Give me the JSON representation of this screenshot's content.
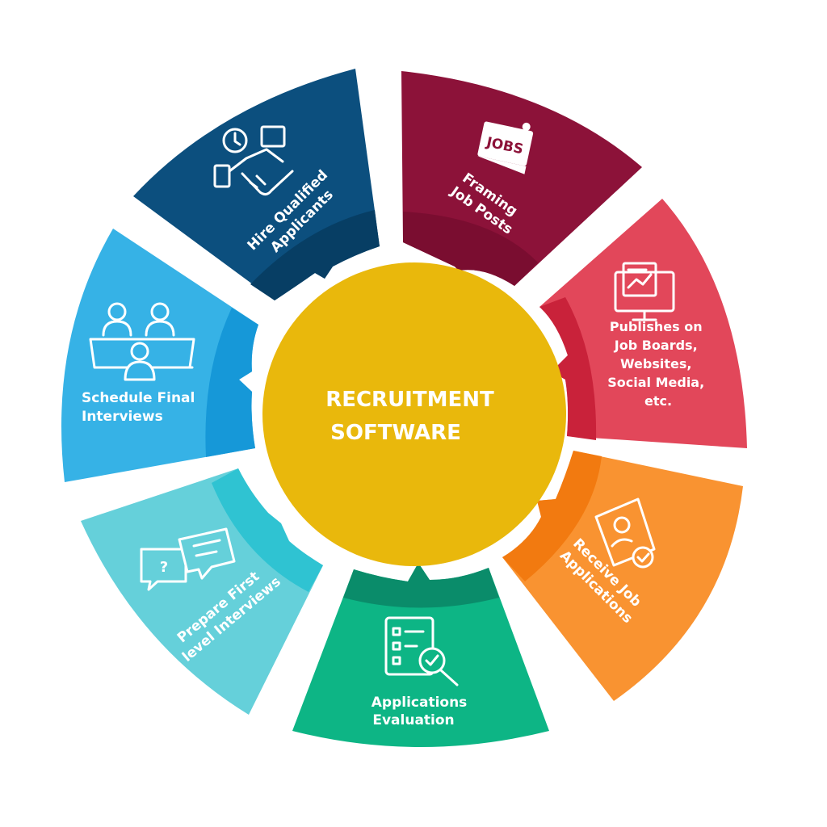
{
  "center": {
    "line1": "RECRUITMENT",
    "line2": "SOFTWARE",
    "color": "#E9B80C"
  },
  "segments": [
    {
      "id": "framing",
      "lines": [
        "Framing",
        "Job Posts"
      ],
      "icon": "jobs-sign-icon",
      "icon_text": "JOBS",
      "color": "#8C1239",
      "inner_color": "#7A0D30"
    },
    {
      "id": "publishes",
      "lines": [
        "Publishes on",
        "Job Boards,",
        "Websites,",
        "Social Media,",
        "etc."
      ],
      "icon": "monitor-icon",
      "color": "#E2475A",
      "inner_color": "#C9223A"
    },
    {
      "id": "receive",
      "lines": [
        "Receive Job",
        "Applications"
      ],
      "icon": "resume-check-icon",
      "color": "#F99331",
      "inner_color": "#F27A10"
    },
    {
      "id": "evaluation",
      "lines": [
        "Applications",
        "Evaluation"
      ],
      "icon": "checklist-search-icon",
      "color": "#0DB585",
      "inner_color": "#0A8C6A"
    },
    {
      "id": "first-level",
      "lines": [
        "Prepare First",
        "level Interviews"
      ],
      "icon": "chat-bubbles-icon",
      "color": "#65D0DA",
      "inner_color": "#2FC3D2"
    },
    {
      "id": "schedule",
      "lines": [
        "Schedule Final",
        "Interviews"
      ],
      "icon": "interview-table-icon",
      "color": "#36B2E6",
      "inner_color": "#1698D8"
    },
    {
      "id": "hire",
      "lines": [
        "Hire Qualified",
        "Applicants"
      ],
      "icon": "handshake-icon",
      "color": "#0C4F7E",
      "inner_color": "#073E64"
    }
  ]
}
